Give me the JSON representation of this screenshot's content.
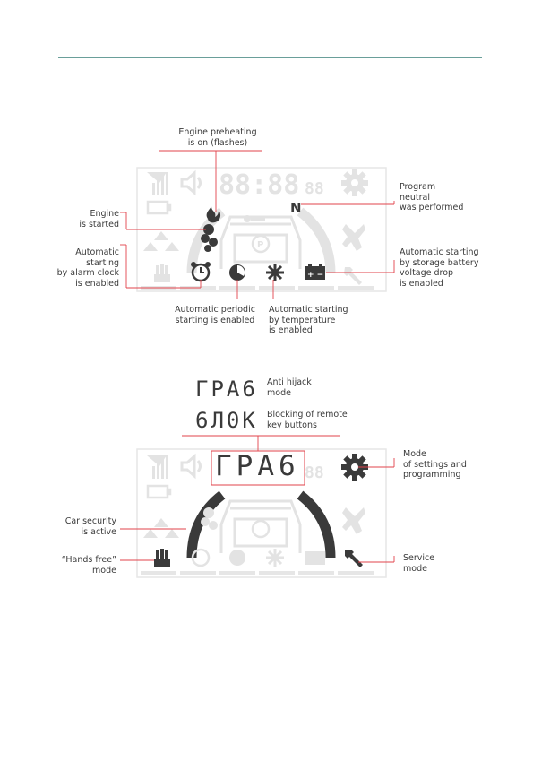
{
  "top_diagram": {
    "labels": {
      "preheat": [
        "Engine preheating",
        "is on (flashes)"
      ],
      "engine": [
        "Engine",
        "is started"
      ],
      "alarm": [
        "Automatic",
        "starting",
        "by alarm clock",
        "is enabled"
      ],
      "neutral": [
        "Program",
        "neutral",
        "was performed"
      ],
      "battery": [
        "Automatic starting",
        "by storage battery",
        "voltage drop",
        "is enabled"
      ],
      "periodic": [
        "Automatic periodic",
        "starting is enabled"
      ],
      "temperature": [
        "Automatic starting",
        "by temperature",
        "is enabled"
      ]
    },
    "display": {
      "clock": "88:88",
      "small_digits": "88",
      "gear_letter": "N"
    }
  },
  "bottom_diagram": {
    "segment_words": [
      {
        "text": "ГРА6",
        "labels": [
          "Anti hijack",
          "mode"
        ]
      },
      {
        "text": "6Л0К",
        "labels": [
          "Blocking of remote",
          "key buttons"
        ]
      }
    ],
    "labels": {
      "settings": [
        "Mode",
        "of settings and",
        "programming"
      ],
      "security": [
        "Car security",
        "is active"
      ],
      "hands_free": [
        "“Hands free”",
        "mode"
      ],
      "service": [
        "Service",
        "mode"
      ]
    },
    "display": {
      "main_text": "ГРА6"
    }
  },
  "colors": {
    "accent": "#e2434b",
    "rule": "#6a9f9a",
    "dim": "#e3e3e3",
    "active": "#3a3a3a"
  }
}
